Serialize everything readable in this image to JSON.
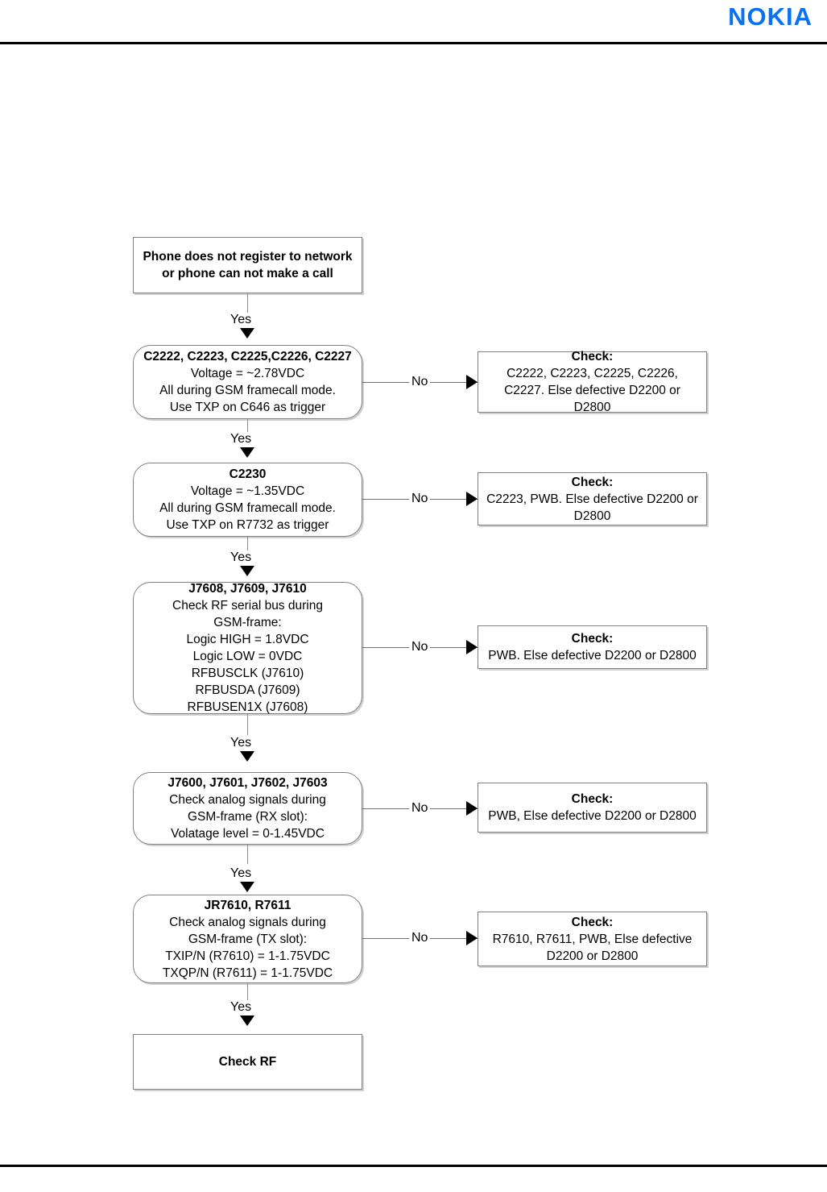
{
  "page": {
    "brand": "NOKIA",
    "brand_color": "#0a72f0"
  },
  "flowchart": {
    "start": {
      "lines": [
        "Phone does not register to network",
        "or phone can not make a call"
      ]
    },
    "end": {
      "lines": [
        "Check RF"
      ]
    },
    "yes_label": "Yes",
    "no_label": "No",
    "steps": [
      {
        "title": "C2222, C2223, C2225,C2226, C2227",
        "lines": [
          "Voltage = ~2.78VDC",
          "All during GSM framecall mode.",
          "Use TXP on C646 as trigger"
        ],
        "check": {
          "title": "Check:",
          "lines": [
            "C2222, C2223, C2225, C2226,",
            "C2227. Else defective D2200 or",
            "D2800"
          ]
        }
      },
      {
        "title": "C2230",
        "lines": [
          "Voltage = ~1.35VDC",
          "All during GSM framecall mode.",
          "Use TXP on R7732 as trigger"
        ],
        "check": {
          "title": "Check:",
          "lines": [
            "C2223, PWB. Else defective D2200 or",
            "D2800"
          ]
        }
      },
      {
        "title": "J7608, J7609, J7610",
        "lines": [
          "Check RF serial bus during",
          "GSM-frame:",
          "Logic HIGH = 1.8VDC",
          "Logic LOW = 0VDC",
          "RFBUSCLK (J7610)",
          "RFBUSDA (J7609)",
          "RFBUSEN1X (J7608)"
        ],
        "check": {
          "title": "Check:",
          "lines": [
            "PWB. Else defective D2200 or D2800"
          ]
        }
      },
      {
        "title": "J7600, J7601, J7602, J7603",
        "lines": [
          "Check analog signals during",
          "GSM-frame (RX slot):",
          "Volatage level = 0-1.45VDC"
        ],
        "check": {
          "title": "Check:",
          "lines": [
            "PWB, Else defective D2200 or D2800"
          ]
        }
      },
      {
        "title": "JR7610, R7611",
        "lines": [
          "Check analog signals during",
          "GSM-frame (TX slot):",
          "TXIP/N (R7610) = 1-1.75VDC",
          "TXQP/N (R7611) = 1-1.75VDC"
        ],
        "check": {
          "title": "Check:",
          "lines": [
            "R7610, R7611, PWB, Else defective",
            "D2200 or D2800"
          ]
        }
      }
    ]
  }
}
